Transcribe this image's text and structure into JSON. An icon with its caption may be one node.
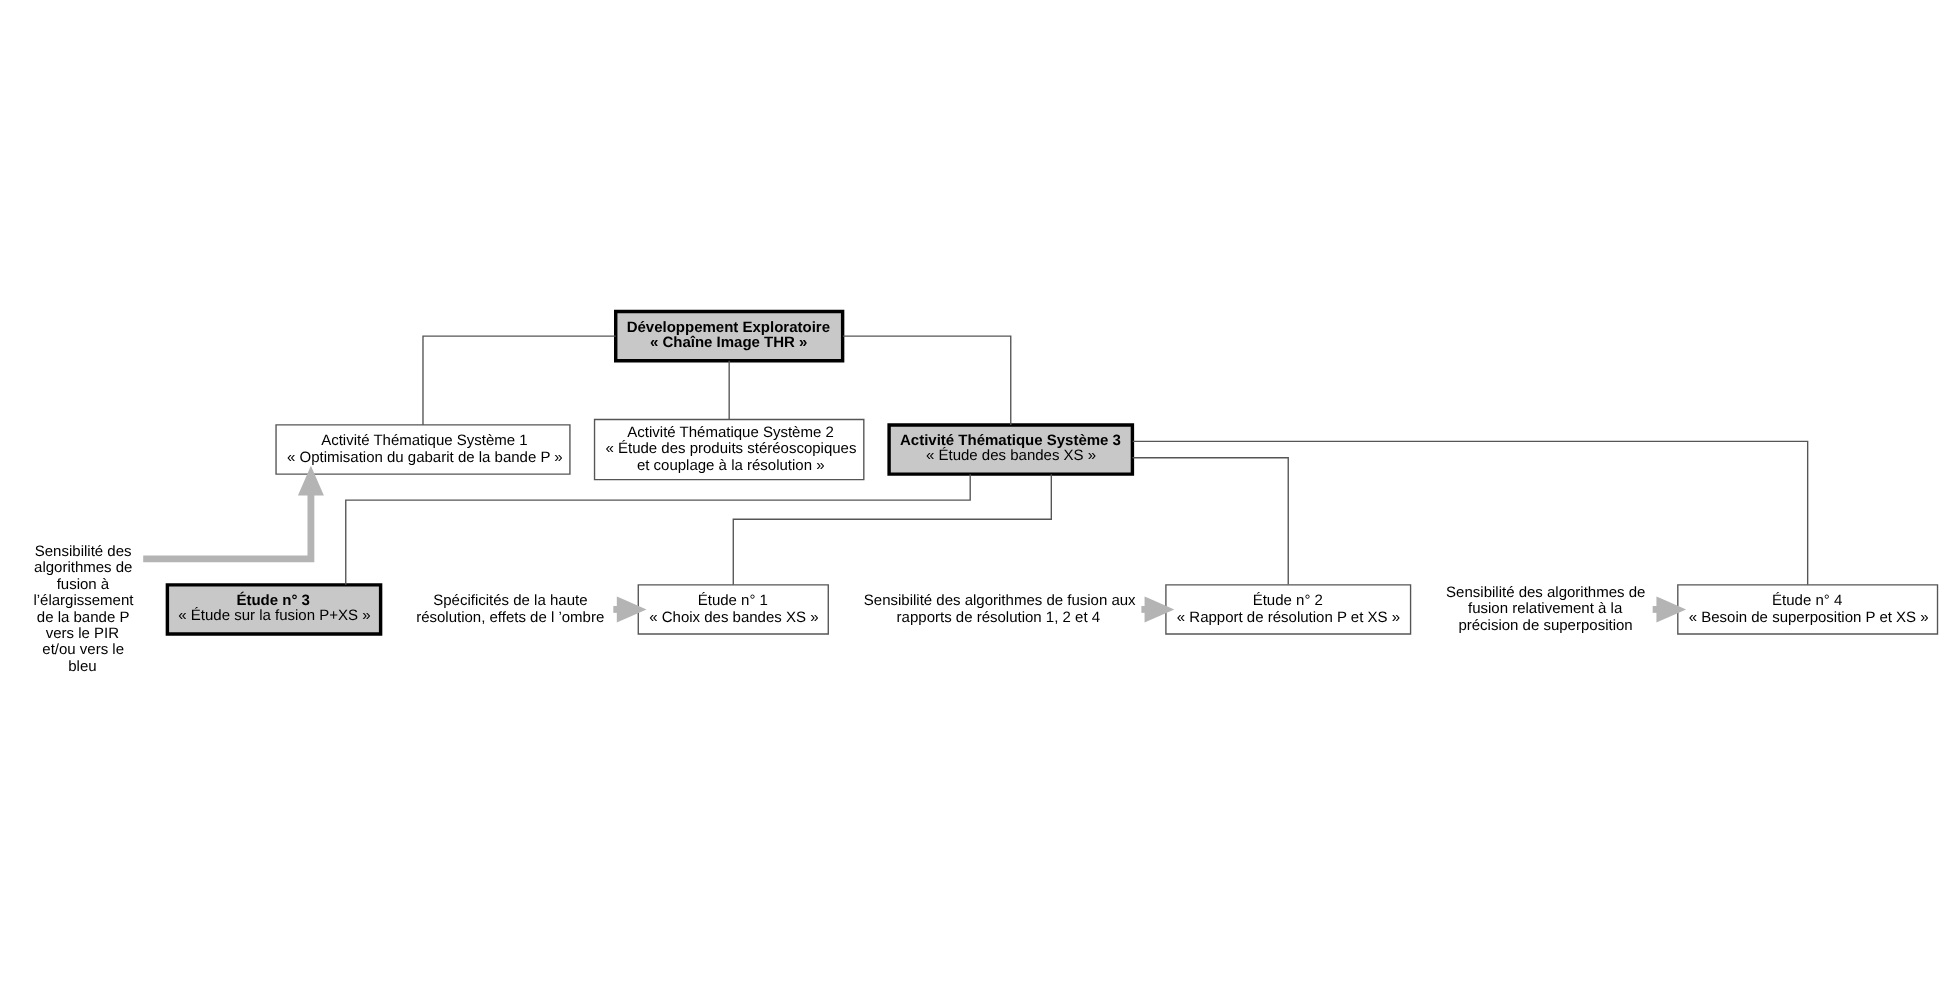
{
  "diagram": {
    "nodes": [
      {
        "text": [
          "Développement Exploratoire",
          "« Chaîne Image THR »"
        ]
      },
      {
        "text": [
          "Activité Thématique Système 1",
          "« Optimisation du gabarit de la bande P »"
        ]
      },
      {
        "text": [
          "Activité Thématique Système 2",
          "« Étude des produits stéréoscopiques et couplage à la résolution »"
        ]
      },
      {
        "text": [
          "Activité Thématique Système 3",
          "« Étude des bandes XS »"
        ]
      },
      {
        "text": [
          "Étude n° 1",
          "« Choix des bandes XS »"
        ]
      },
      {
        "text": [
          "Étude n° 2",
          "« Rapport de résolution P et XS »"
        ]
      },
      {
        "text": [
          "Étude n° 3",
          "« Étude sur la fusion P+XS »"
        ]
      },
      {
        "text": [
          "Étude n° 4",
          "« Besoin de superposition P et XS »"
        ]
      },
      {
        "text": [
          "Sensibilité des algorithmes de fusion à l’élargissement de la bande P vers le PIR et/ou vers le bleu"
        ]
      },
      {
        "text": [
          "Spécificités de la haute résolution, effets de l ’ombre"
        ]
      },
      {
        "text": [
          "Sensibilité des algorithmes de fusion aux rapports de résolution 1, 2 et 4"
        ]
      },
      {
        "text": [
          "Sensibilité des algorithmes de fusion relativement à la précision de superposition"
        ]
      }
    ],
    "edges": [
      {
        "from": 0,
        "to": 1,
        "arrow": "none"
      },
      {
        "from": 0,
        "to": 2,
        "arrow": "none"
      },
      {
        "from": 0,
        "to": 3,
        "arrow": "none"
      },
      {
        "from": 3,
        "to": 4,
        "arrow": "none"
      },
      {
        "from": 3,
        "to": 5,
        "arrow": "none"
      },
      {
        "from": 3,
        "to": 6,
        "arrow": "none"
      },
      {
        "from": 3,
        "to": 7,
        "arrow": "none"
      },
      {
        "from": 8,
        "to": 1,
        "arrow": "to",
        "style": "thick",
        "color": "#b4b4b4"
      },
      {
        "from": 9,
        "to": 4,
        "arrow": "to",
        "style": "thick",
        "color": "#b4b4b4"
      },
      {
        "from": 10,
        "to": 5,
        "arrow": "to",
        "style": "thick",
        "color": "#b4b4b4"
      },
      {
        "from": 11,
        "to": 7,
        "arrow": "to",
        "style": "thick",
        "color": "#b4b4b4"
      }
    ]
  }
}
